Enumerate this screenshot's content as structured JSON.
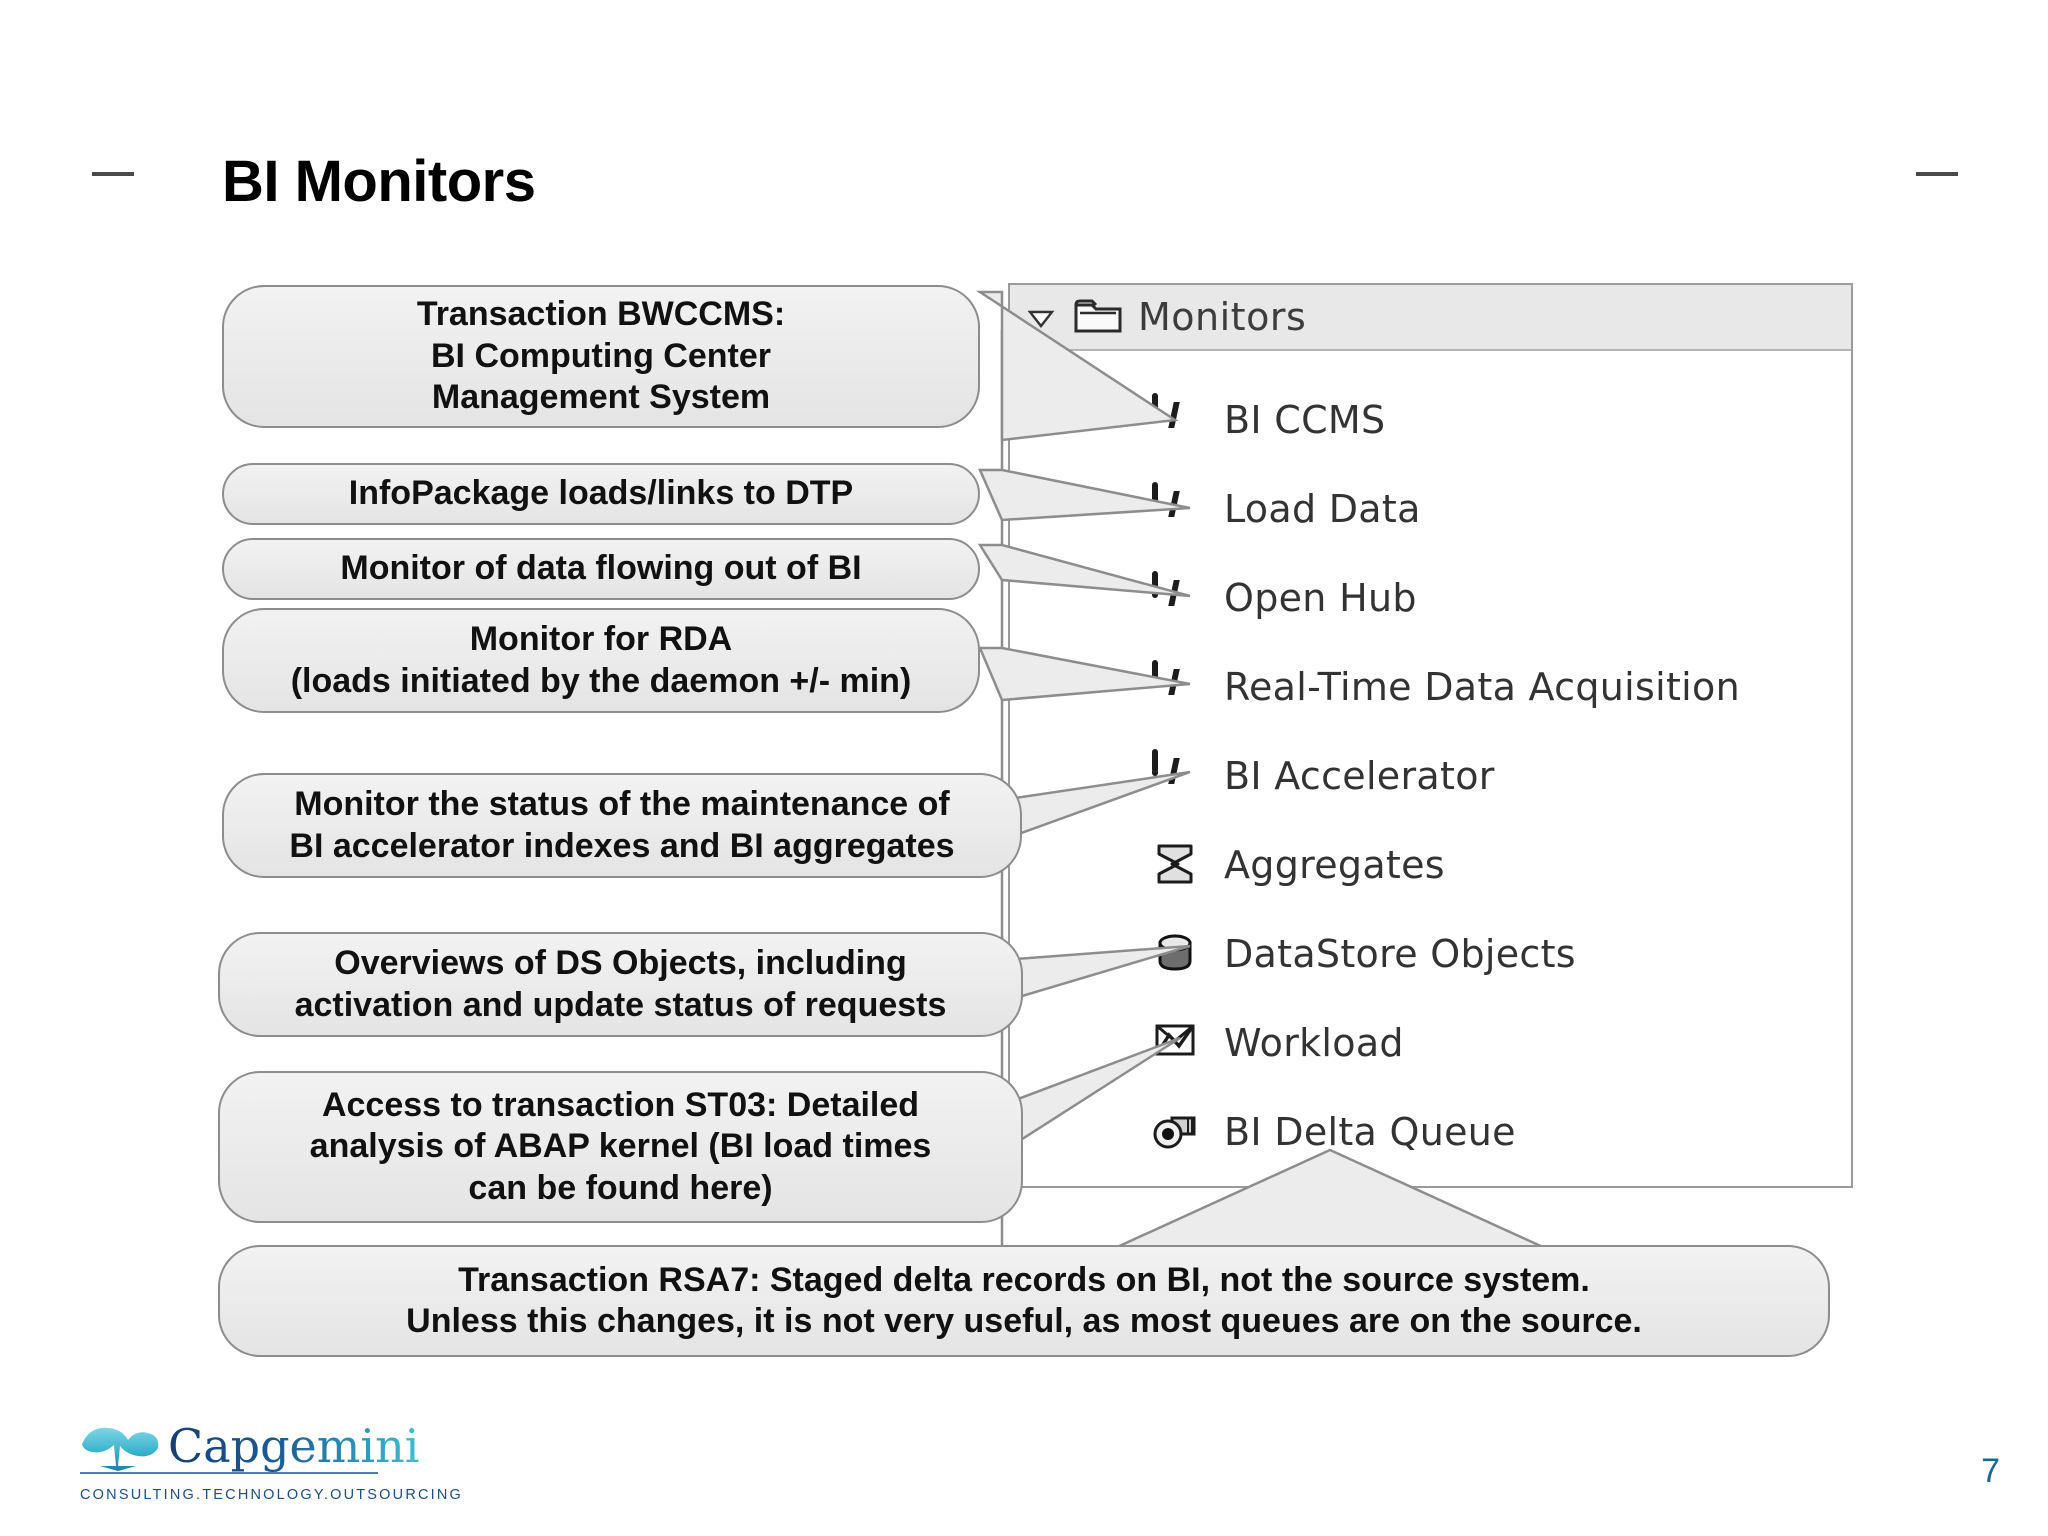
{
  "slide": {
    "title": "BI Monitors",
    "page_number": "7"
  },
  "tree": {
    "header": {
      "label": "Monitors",
      "toggle_icon": "triangle-down-icon",
      "folder_icon": "folder-icon",
      "expanded": true
    },
    "items": [
      {
        "label": "BI CCMS",
        "icon": "monitor-icon"
      },
      {
        "label": "Load Data",
        "icon": "monitor-icon"
      },
      {
        "label": "Open Hub",
        "icon": "monitor-icon"
      },
      {
        "label": "Real-Time Data Acquisition",
        "icon": "monitor-icon"
      },
      {
        "label": "BI Accelerator",
        "icon": "monitor-icon"
      },
      {
        "label": "Aggregates",
        "icon": "sigma-icon"
      },
      {
        "label": "DataStore Objects",
        "icon": "database-cylinder-icon"
      },
      {
        "label": "Workload",
        "icon": "chart-envelope-icon"
      },
      {
        "label": "BI Delta Queue",
        "icon": "delta-queue-icon"
      }
    ]
  },
  "callouts": [
    {
      "id": "bwccms",
      "text": "Transaction BWCCMS:\nBI Computing Center\nManagement System",
      "target": "BI CCMS"
    },
    {
      "id": "infopackage",
      "text": "InfoPackage loads/links to DTP",
      "target": "Load Data"
    },
    {
      "id": "open-hub",
      "text": "Monitor of data flowing out of BI",
      "target": "Open Hub"
    },
    {
      "id": "rda",
      "text": "Monitor for RDA\n(loads initiated by the daemon +/-  min)",
      "target": "Real-Time Data Acquisition"
    },
    {
      "id": "bi-accelerator",
      "text": "Monitor the status of the maintenance of\nBI accelerator indexes and BI aggregates",
      "target": "BI Accelerator"
    },
    {
      "id": "datastore",
      "text": "Overviews of DS Objects, including\nactivation and update status of requests",
      "target": "DataStore Objects"
    },
    {
      "id": "st03",
      "text": "Access to transaction ST03: Detailed\nanalysis of ABAP kernel (BI load times\ncan be found here)",
      "target": "Workload"
    },
    {
      "id": "rsa7",
      "text": "Transaction RSA7: Staged delta records on BI, not the source system.\nUnless this changes, it is not very useful, as most queues are on the source.",
      "target": "BI Delta Queue"
    }
  ],
  "footer": {
    "logo_text": "Capgemini",
    "tagline": "CONSULTING.TECHNOLOGY.OUTSOURCING"
  },
  "colors": {
    "callout_fill": "#ececec",
    "callout_border": "#8d8d8d",
    "panel_border": "#9a9a9a",
    "header_fill": "#e8e8e8",
    "page_number": "#14689a",
    "logo_blue": "#1b4e8a",
    "logo_teal": "#2fb5c8"
  }
}
